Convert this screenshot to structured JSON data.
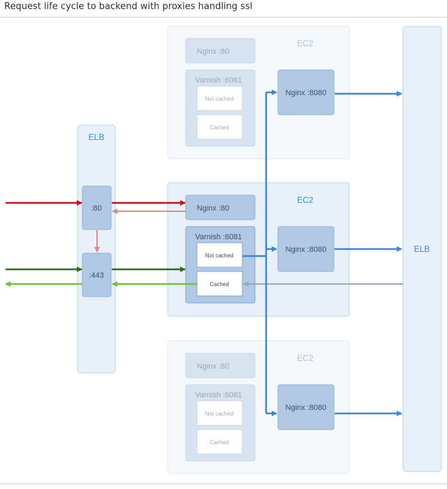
{
  "title": "Request life cycle to backend with proxies handling ssl",
  "labels": {
    "elb_left": "ELB",
    "elb_right": "ELB",
    "port80": ":80",
    "port443": ":443",
    "ec2_top": "EC2",
    "ec2_mid": "EC2",
    "ec2_bot": "EC2",
    "nginx80_top": "Nginx :80",
    "nginx80_mid": "Nginx :80",
    "nginx80_bot": "Nginx :80",
    "varnish_top": "Varnish :6081",
    "varnish_mid": "Varnish :6081",
    "varnish_bot": "Varnish :6081",
    "notcached_top": "Not cached",
    "notcached_mid": "Not cached",
    "notcached_bot": "Not cached",
    "cached_top": "Cached",
    "cached_mid": "Cached",
    "cached_bot": "Cached",
    "nginx8080_top": "Nginx :8080",
    "nginx8080_mid": "Nginx :8080",
    "nginx8080_bot": "Nginx :8080"
  },
  "colors": {
    "http_in": "#c0141e",
    "http_redirect": "#e08890",
    "https_in": "#2e6b12",
    "https_out": "#6cc63a",
    "backend": "#3f86d6",
    "cached_return": "#98aabd"
  }
}
